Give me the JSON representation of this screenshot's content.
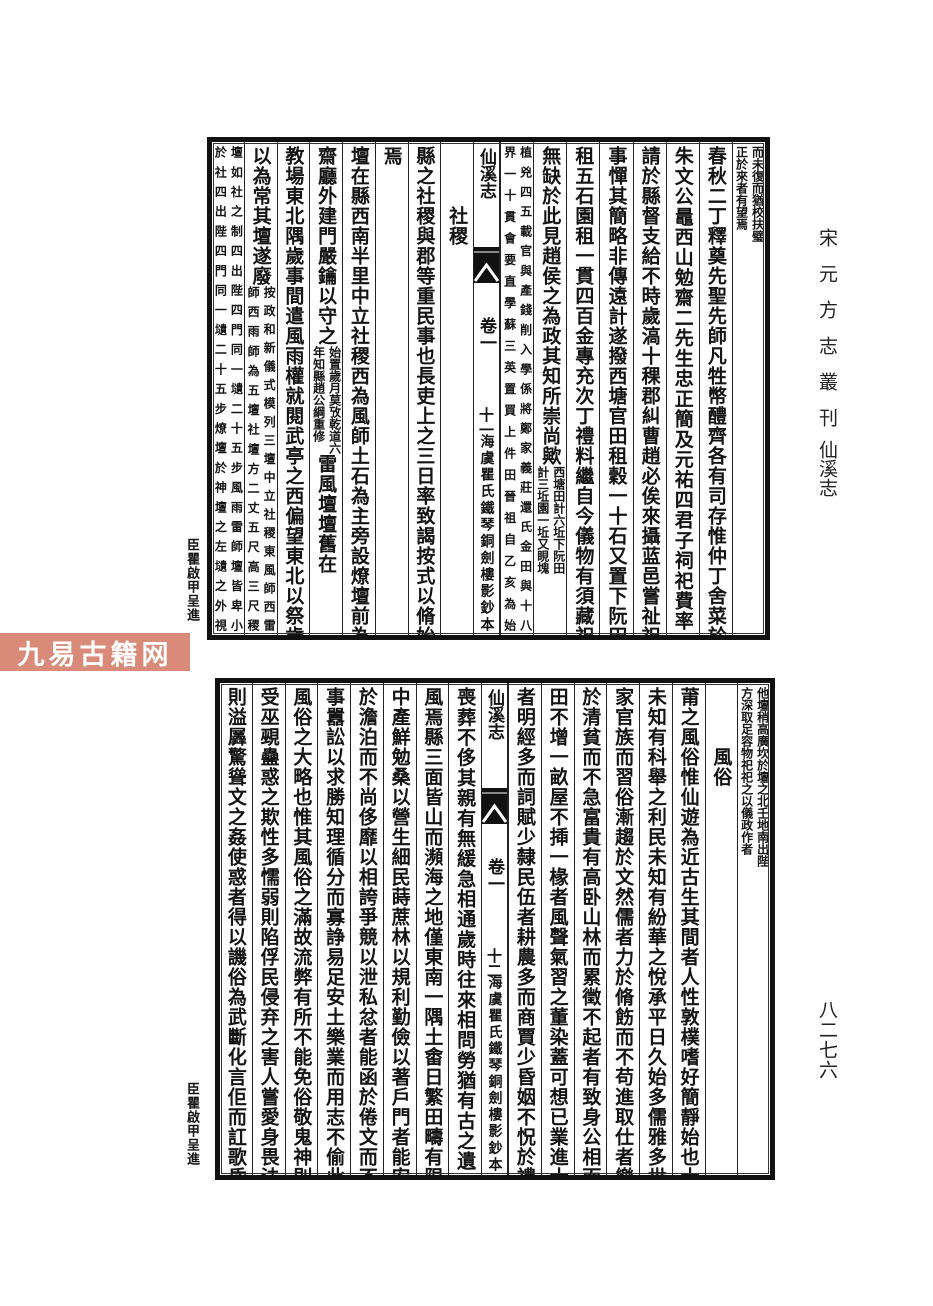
{
  "margin": {
    "series_title": "宋元方志叢刊",
    "book_title": "仙溪志",
    "page_number": "八二七六"
  },
  "side_note": "臣瞿啟甲呈進",
  "watermark": {
    "text": "九易古籍网",
    "color": "#d98a78"
  },
  "panels": [
    {
      "fold": {
        "title": "仙溪志",
        "juan": "卷一",
        "leaf": "十一",
        "edition": "海虞瞿氏鐵琴銅劍樓影鈔本"
      },
      "right_cols": [
        {
          "segs": [
            {
              "s": [
                "而未復而猶校扶璧",
                "正於來者有望焉"
              ]
            }
          ]
        },
        {
          "segs": [
            {
              "t": "春秋二丁釋奠先聖先師凡牲幣醴齊各有司存惟仲丁舍菜於"
            }
          ]
        },
        {
          "segs": [
            {
              "t": "朱文公鼂西山勉齋二先生忠正簡及元祐四君子祠祀費率"
            }
          ]
        },
        {
          "segs": [
            {
              "t": "請於縣督支給不時歲滈十稞郡糾曹趙必俟來攝蓝邑嘗祉祀"
            }
          ]
        },
        {
          "segs": [
            {
              "t": "事憚其簡略非傳遠計遂撥西塘官田租穀一十石又置下阮田"
            }
          ]
        },
        {
          "segs": [
            {
              "t": "租五石園租一貫四百金專充次丁禮料繼自今儀物有須藏祀"
            }
          ]
        },
        {
          "segs": [
            {
              "t": "無缺於此見趙侯之為政其知所崇尚歟"
            },
            {
              "s": [
                "西塘田計六坵下阮田",
                "計三坵園一坵又睍塊"
              ]
            }
          ]
        },
        {
          "segs": [
            {
              "s": [
                "植兇四五載官與產錢削入學係將鄭家義莊還氏金田與十八",
                "界一十貫會要直學蘇三英置買上件田晉祖自乙亥為始"
              ]
            }
          ]
        }
      ],
      "left_cols": [
        {
          "segs": [
            {
              "h": "社稷"
            }
          ]
        },
        {
          "segs": [
            {
              "t": "縣之社稷與郡等重民事也長吏上之三日率致謁按式以脩始"
            }
          ]
        },
        {
          "segs": [
            {
              "t": "焉"
            }
          ]
        },
        {
          "segs": [
            {
              "t": "壇在縣西南半里中立社稷西為風師土石為主旁設燎壇前為"
            }
          ]
        },
        {
          "segs": [
            {
              "t": "齋廳外建門嚴鑰以守之"
            },
            {
              "s": [
                "始置歲月莫攷乾道六",
                "年知縣趙公綱重修"
              ]
            },
            {
              "t": "雷風壇壇舊在"
            }
          ]
        },
        {
          "segs": [
            {
              "t": "教場東北隅歲事間遣風雨權就閱武亭之西偏望東北以祭歲"
            }
          ]
        },
        {
          "segs": [
            {
              "t": "以為常其壇遂廢"
            },
            {
              "s": [
                "按政和新儀式模列三壇中立社稷東風師西雷",
                "師西雨師為五壇社壇方二丈五尺高三尺稷"
              ]
            }
          ]
        },
        {
          "segs": [
            {
              "s": [
                "壇如社之制四出陛四門同一壝二十五步風雨雷師壇皆卑小",
                "於社四出陛四門同一壝二十五步燎壇於神壇之左壝之外視"
              ]
            }
          ]
        }
      ]
    },
    {
      "fold": {
        "title": "仙溪志",
        "juan": "卷一",
        "leaf": "十二",
        "edition": "海虞瞿氏鐵琴銅劍樓影鈔本"
      },
      "right_cols": [
        {
          "segs": [
            {
              "s": [
                "他壇稍高廣坎於壇之北壬地南出陛",
                "方深取足容物祀祀之以儀政作者"
              ]
            }
          ]
        },
        {
          "segs": [
            {
              "h": "風俗"
            }
          ]
        },
        {
          "segs": [
            {
              "t": "莆之風俗惟仙遊為近古生其間者人性敦樸嗜好簡靜始也士"
            }
          ]
        },
        {
          "segs": [
            {
              "t": "未知有科舉之利民未知有紛華之悅承平日久始多儒雅多世"
            }
          ]
        },
        {
          "segs": [
            {
              "t": "家官族而習俗漸趨於文然儒者力於脩飭而不苟進取仕者樂"
            }
          ]
        },
        {
          "segs": [
            {
              "t": "於清貧而不急富貴有高卧山林而累徵不起者有致身公相而"
            }
          ]
        },
        {
          "segs": [
            {
              "t": "田不增一畝屋不揷一椽者風聲氣習之董染蓋可想已業進士"
            }
          ]
        },
        {
          "segs": [
            {
              "t": "者明經多而詞賦少隸民伍者耕農多而商賈少昏姻不怳於禮"
            }
          ]
        }
      ],
      "left_cols": [
        {
          "segs": [
            {
              "t": "喪葬不侈其親有無緩急相通歲時往來相問勞猶有古之遺"
            }
          ]
        },
        {
          "segs": [
            {
              "t": "風焉縣三面皆山而瀕海之地僅東南一隅土畬日繁田疇有限"
            }
          ]
        },
        {
          "segs": [
            {
              "t": "中產鮮勉桑以營生細民蒔蔗林以規利勤儉以著戶門者能安"
            }
          ]
        },
        {
          "segs": [
            {
              "t": "於澹泊而不尚侈靡以相誇爭競以泄私忿者能函於倦文而不"
            }
          ]
        },
        {
          "segs": [
            {
              "t": "事囂訟以求勝知理循分而寡諍易足安土樂業而用志不偷此"
            }
          ]
        },
        {
          "segs": [
            {
              "t": "風俗之大略也惟其風俗之滿故流弊有所不能免俗敬鬼神則"
            }
          ]
        },
        {
          "segs": [
            {
              "t": "受巫覡蠱惑之欺性多懦弱則陷俘民侵弃之害人嘗愛身畏法"
            }
          ]
        },
        {
          "segs": [
            {
              "t": "則溢羼驚聳文之姦使惑者得以譏俗為武斷化言佢而訌歌昏"
            }
          ]
        }
      ]
    }
  ]
}
